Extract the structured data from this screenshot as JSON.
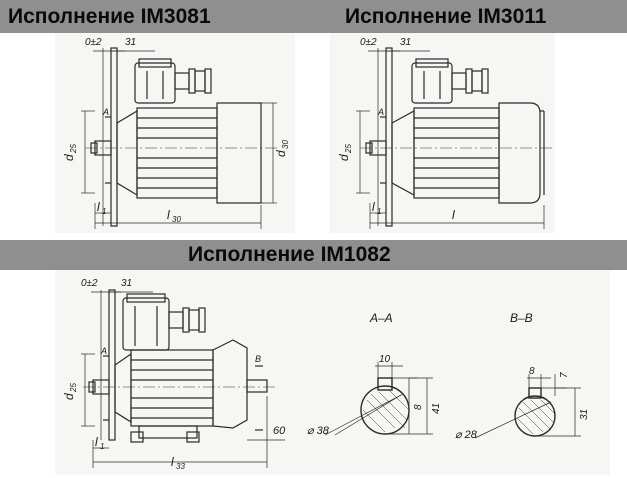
{
  "titles": {
    "left": "Исполнение IM3081",
    "right": "Исполнение IM3011",
    "bottom": "Исполнение IM1082"
  },
  "colors": {
    "band": "#8f8f8f",
    "drawing_bg": "#f6f6f4",
    "line": "#2a2a2a"
  },
  "drawing_left": {
    "dim_gap": "0±2",
    "dim_top": "31",
    "dim_diameter": "d",
    "dim_diameter_sub": "25",
    "dim_body": "d",
    "dim_body_sub": "30",
    "dim_length": "l",
    "dim_length_sub": "30",
    "dim_shaft": "l",
    "dim_shaft_sub": "1",
    "section_mark_a": "A"
  },
  "drawing_right": {
    "dim_gap": "0±2",
    "dim_top": "31",
    "dim_diameter": "d",
    "dim_diameter_sub": "25",
    "dim_length": "l",
    "dim_shaft": "l",
    "dim_shaft_sub": "1",
    "section_mark_a": "A"
  },
  "drawing_bottom": {
    "dim_gap": "0±2",
    "dim_top": "31",
    "dim_diameter": "d",
    "dim_diameter_sub": "25",
    "dim_length": "l",
    "dim_length_sub": "33",
    "dim_shaft": "l",
    "dim_shaft_sub": "1",
    "dim_foot": "60",
    "section_mark_a": "A",
    "section_mark_b": "B"
  },
  "section_aa": {
    "title": "A–A",
    "key_width": "10",
    "key_depth": "8",
    "height": "41",
    "diameter": "⌀ 38"
  },
  "section_bb": {
    "title": "B–B",
    "key_width": "8",
    "key_depth": "7",
    "height": "31",
    "diameter": "⌀ 28"
  }
}
